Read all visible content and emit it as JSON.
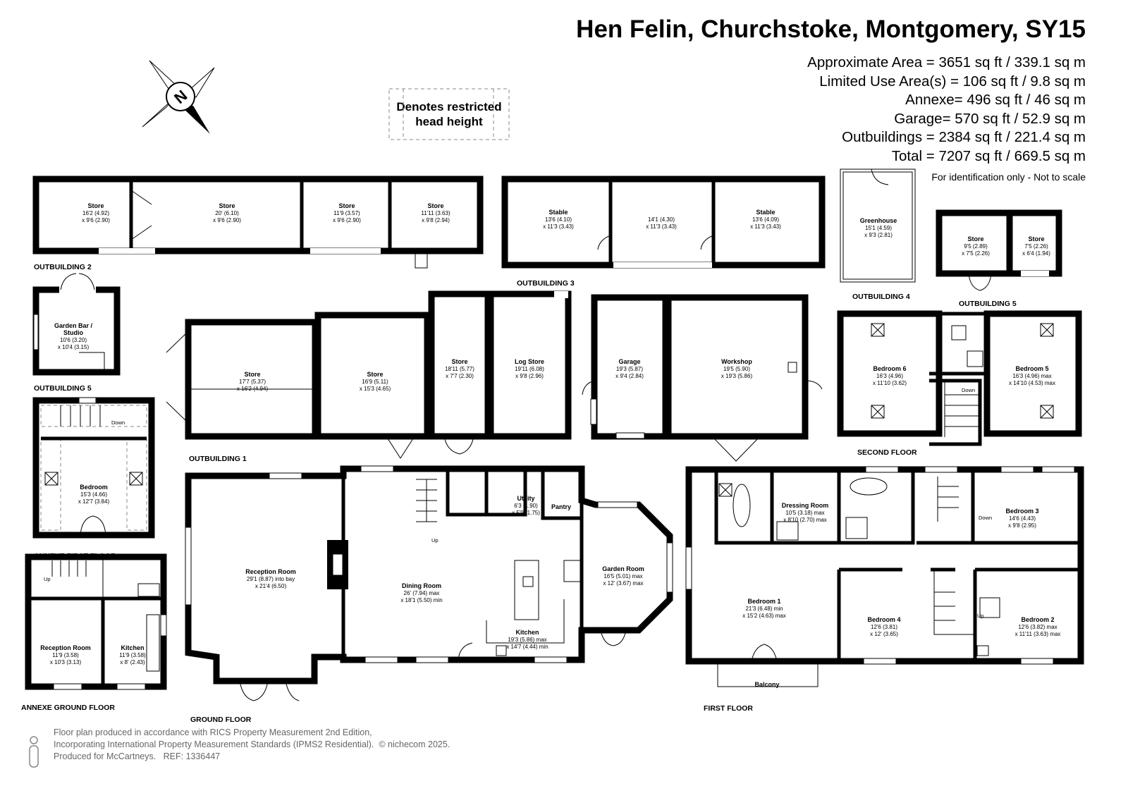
{
  "header": {
    "title": "Hen Felin, Churchstoke, Montgomery, SY15",
    "areas": [
      "Approximate Area = 3651 sq ft / 339.1 sq m",
      "Limited Use Area(s) = 106 sq ft / 9.8 sq m",
      "Annexe= 496 sq ft / 46 sq m",
      "Garage= 570 sq ft / 52.9 sq m",
      "Outbuildings = 2384 sq ft / 221.4 sq m",
      "Total = 7207 sq ft / 669.5 sq m"
    ],
    "note": "For identification only - Not to scale"
  },
  "compass": {
    "label": "N"
  },
  "legend": {
    "restricted_line1": "Denotes restricted",
    "restricted_line2": "head height"
  },
  "floors": {
    "outbuilding2": "OUTBUILDING 2",
    "outbuilding3": "OUTBUILDING 3",
    "outbuilding4": "OUTBUILDING 4",
    "outbuilding5a": "OUTBUILDING 5",
    "outbuilding5b": "OUTBUILDING 5",
    "outbuilding1": "OUTBUILDING 1",
    "second": "SECOND FLOOR",
    "annexe_first": "ANNEXE FIRST FLOOR",
    "annexe_ground": "ANNEXE GROUND FLOOR",
    "ground": "GROUND FLOOR",
    "first": "FIRST FLOOR"
  },
  "rooms": {
    "ob2_store1": {
      "name": "Store",
      "d1": "16'2 (4.92)",
      "d2": "x 9'6 (2.90)"
    },
    "ob2_store2": {
      "name": "Store",
      "d1": "20' (6.10)",
      "d2": "x 9'6 (2.90)"
    },
    "ob2_store3": {
      "name": "Store",
      "d1": "11'9 (3.57)",
      "d2": "x 9'6 (2.90)"
    },
    "ob2_store4": {
      "name": "Store",
      "d1": "11'11 (3.63)",
      "d2": "x 9'8 (2.94)"
    },
    "ob3_stable1": {
      "name": "Stable",
      "d1": "13'6 (4.10)",
      "d2": "x 11'3 (3.43)"
    },
    "ob3_mid": {
      "name": "",
      "d1": "14'1 (4.30)",
      "d2": "x 11'3 (3.43)"
    },
    "ob3_stable2": {
      "name": "Stable",
      "d1": "13'6 (4.09)",
      "d2": "x 11'3 (3.43)"
    },
    "greenhouse": {
      "name": "Greenhouse",
      "d1": "15'1 (4.59)",
      "d2": "x 9'3 (2.81)"
    },
    "ob5_store1": {
      "name": "Store",
      "d1": "9'5 (2.89)",
      "d2": "x 7'5 (2.26)"
    },
    "ob5_store2": {
      "name": "Store",
      "d1": "7'5 (2.26)",
      "d2": "x 6'4 (1.94)"
    },
    "garden_bar": {
      "name1": "Garden Bar /",
      "name2": "Studio",
      "d1": "10'6 (3.20)",
      "d2": "x 10'4 (3.15)"
    },
    "ob1_store1": {
      "name": "Store",
      "d1": "17'7 (5.37)",
      "d2": "x 16'2 (4.94)"
    },
    "ob1_store2": {
      "name": "Store",
      "d1": "16'9 (5.11)",
      "d2": "x 15'3 (4.65)"
    },
    "ob1_store3": {
      "name": "Store",
      "d1": "18'11 (5.77)",
      "d2": "x 7'7 (2.30)"
    },
    "log_store": {
      "name": "Log Store",
      "d1": "19'11 (6.08)",
      "d2": "x 9'8 (2.96)"
    },
    "garage": {
      "name": "Garage",
      "d1": "19'3 (5.87)",
      "d2": "x 9'4 (2.84)"
    },
    "workshop": {
      "name": "Workshop",
      "d1": "19'5 (5.90)",
      "d2": "x 19'3 (5.86)"
    },
    "bedroom6": {
      "name": "Bedroom 6",
      "d1": "16'3 (4.96)",
      "d2": "x 11'10 (3.62)"
    },
    "bedroom5": {
      "name": "Bedroom 5",
      "d1": "16'3 (4.96) max",
      "d2": "x 14'10 (4.53) max"
    },
    "annexe_bedroom": {
      "name": "Bedroom",
      "d1": "15'3 (4.66)",
      "d2": "x 12'7 (3.84)"
    },
    "annexe_reception": {
      "name": "Reception Room",
      "d1": "11'9 (3.58)",
      "d2": "x 10'3 (3.13)"
    },
    "annexe_kitchen": {
      "name": "Kitchen",
      "d1": "11'9 (3.58)",
      "d2": "x 8' (2.43)"
    },
    "reception": {
      "name": "Reception Room",
      "d1": "29'1 (8.87) into bay",
      "d2": "x 21'4 (6.50)"
    },
    "dining": {
      "name": "Dining Room",
      "d1": "26' (7.94) max",
      "d2": "x 18'1 (5.50) min"
    },
    "kitchen": {
      "name": "Kitchen",
      "d1": "19'3 (5.86) max",
      "d2": "x 14'7 (4.44) min"
    },
    "utility": {
      "name": "Utility",
      "d1": "6'3 (1.90)",
      "d2": "x 5'9 (1.75)"
    },
    "pantry": {
      "name": "Pantry"
    },
    "garden_room": {
      "name": "Garden Room",
      "d1": "16'5 (5.01) max",
      "d2": "x 12' (3.67) max"
    },
    "bedroom1": {
      "name": "Bedroom 1",
      "d1": "21'3 (6.48) min",
      "d2": "x 15'2 (4.63) max"
    },
    "dressing": {
      "name": "Dressing Room",
      "d1": "10'5 (3.18) max",
      "d2": "x 8'10 (2.70) max"
    },
    "bedroom3": {
      "name": "Bedroom 3",
      "d1": "14'6 (4.43)",
      "d2": "x 9'8 (2.95)"
    },
    "bedroom4": {
      "name": "Bedroom 4",
      "d1": "12'6 (3.81)",
      "d2": "x 12' (3.65)"
    },
    "bedroom2": {
      "name": "Bedroom 2",
      "d1": "12'6 (3.82) max",
      "d2": "x 11'11 (3.63) max"
    },
    "balcony": {
      "name": "Balcony"
    }
  },
  "stair_labels": {
    "down": "Down",
    "up": "Up"
  },
  "footer": {
    "line1": "Floor plan produced in accordance with RICS Property Measurement 2nd Edition,",
    "line2": "Incorporating International Property Measurement Standards (IPMS2 Residential).",
    "copyright": "© nichecom 2025.",
    "line3": "Produced for McCartneys.",
    "ref": "REF:  1336447"
  }
}
